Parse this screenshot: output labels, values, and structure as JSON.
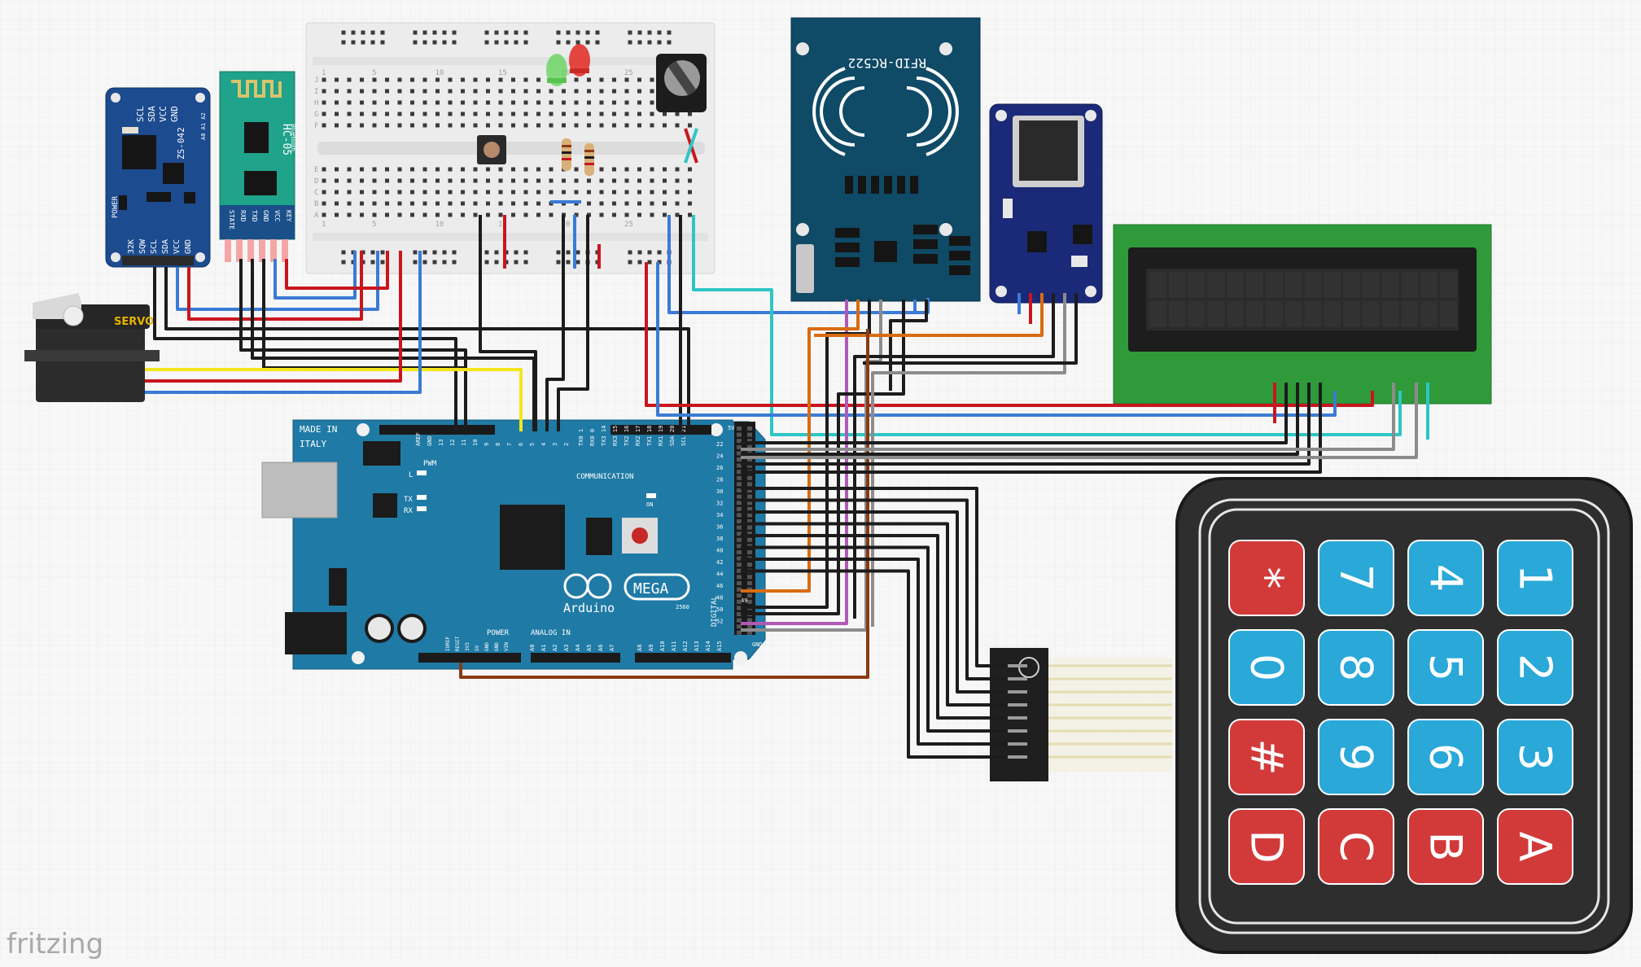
{
  "watermark": "fritzing",
  "colors": {
    "background": "#f7f7f7",
    "grid": "#e8e8e8",
    "wire_black": "#1c1c1c",
    "wire_red": "#c8161d",
    "wire_blue": "#3a7bd5",
    "wire_yellow": "#f3e61a",
    "wire_cyan": "#2ec5c5",
    "wire_gray": "#8c8c8c",
    "wire_orange": "#d86c12",
    "wire_brown": "#8a3a12",
    "wire_violet": "#b05ab5",
    "arduino_board": "#1f7aa6",
    "rfid_board": "#0f4a66",
    "sd_board": "#1b2a78",
    "rtc_board": "#1c4b8f",
    "bt_board": "#1fa38a",
    "lcd_board": "#2f9a3a",
    "keypad_red": "#d23a3a",
    "keypad_blue": "#2aa8d8",
    "keypad_body": "#2e2e2e"
  },
  "modules": {
    "rtc": {
      "labels": [
        "SCL",
        "SDA",
        "VCC",
        "GND"
      ],
      "chip": "ZS-042",
      "addr": "A0 A1 A2",
      "power": "POWER",
      "bottom": [
        "32K",
        "SQW",
        "SCL",
        "SDA",
        "VCC",
        "GND"
      ]
    },
    "bluetooth": {
      "name": "HC-05",
      "sub": "Bluetooth",
      "pins": [
        "STATE",
        "RXD",
        "TXD",
        "GND",
        "VCC",
        "KEY"
      ]
    },
    "servo": {
      "label": "SERVO"
    },
    "rfid": {
      "label": "RFID-RC522"
    },
    "breadboard": {
      "rows_top": [
        "J",
        "I",
        "H",
        "G",
        "F"
      ],
      "rows_bottom": [
        "E",
        "D",
        "C",
        "B",
        "A"
      ],
      "cols": [
        "1",
        "5",
        "10",
        "15",
        "20",
        "25"
      ]
    },
    "arduino": {
      "made_in": "MADE IN",
      "italy": "ITALY",
      "brand": "Arduino",
      "model": "MEGA",
      "model_num": "2560",
      "pwm": "PWM",
      "communication": "COMMUNICATION",
      "power": "POWER",
      "analog_in": "ANALOG IN",
      "digital": "DIGITAL",
      "on": "ON",
      "l": "L",
      "tx": "TX",
      "rx": "RX",
      "top_pins": [
        "AREF",
        "GND",
        "13",
        "12",
        "11",
        "10",
        "9",
        "8",
        "7",
        "6",
        "5",
        "4",
        "3",
        "2",
        "TX0 1",
        "RX0 0",
        "TX3 14",
        "RX3 15",
        "TX2 16",
        "RX2 17",
        "TX1 18",
        "RX1 19",
        "SDA 20",
        "SCL 21"
      ],
      "power_pins": [
        "IOREF",
        "RESET",
        "3V3",
        "5V",
        "GND",
        "GND",
        "VIN"
      ],
      "analog_pins": [
        "A0",
        "A1",
        "A2",
        "A3",
        "A4",
        "A5",
        "A6",
        "A7",
        "A8",
        "A9",
        "A10",
        "A11",
        "A12",
        "A13",
        "A14",
        "A15"
      ],
      "right_pins": [
        "22",
        "24",
        "26",
        "28",
        "30",
        "32",
        "34",
        "36",
        "38",
        "40",
        "42",
        "44",
        "46",
        "48",
        "50",
        "52"
      ],
      "right_extra": [
        "5V",
        "49",
        "GND"
      ]
    },
    "keypad": {
      "keys": [
        [
          "*",
          "7",
          "4",
          "1"
        ],
        [
          "0",
          "8",
          "5",
          "2"
        ],
        [
          "#",
          "9",
          "6",
          "3"
        ],
        [
          "D",
          "C",
          "B",
          "A"
        ]
      ]
    }
  }
}
